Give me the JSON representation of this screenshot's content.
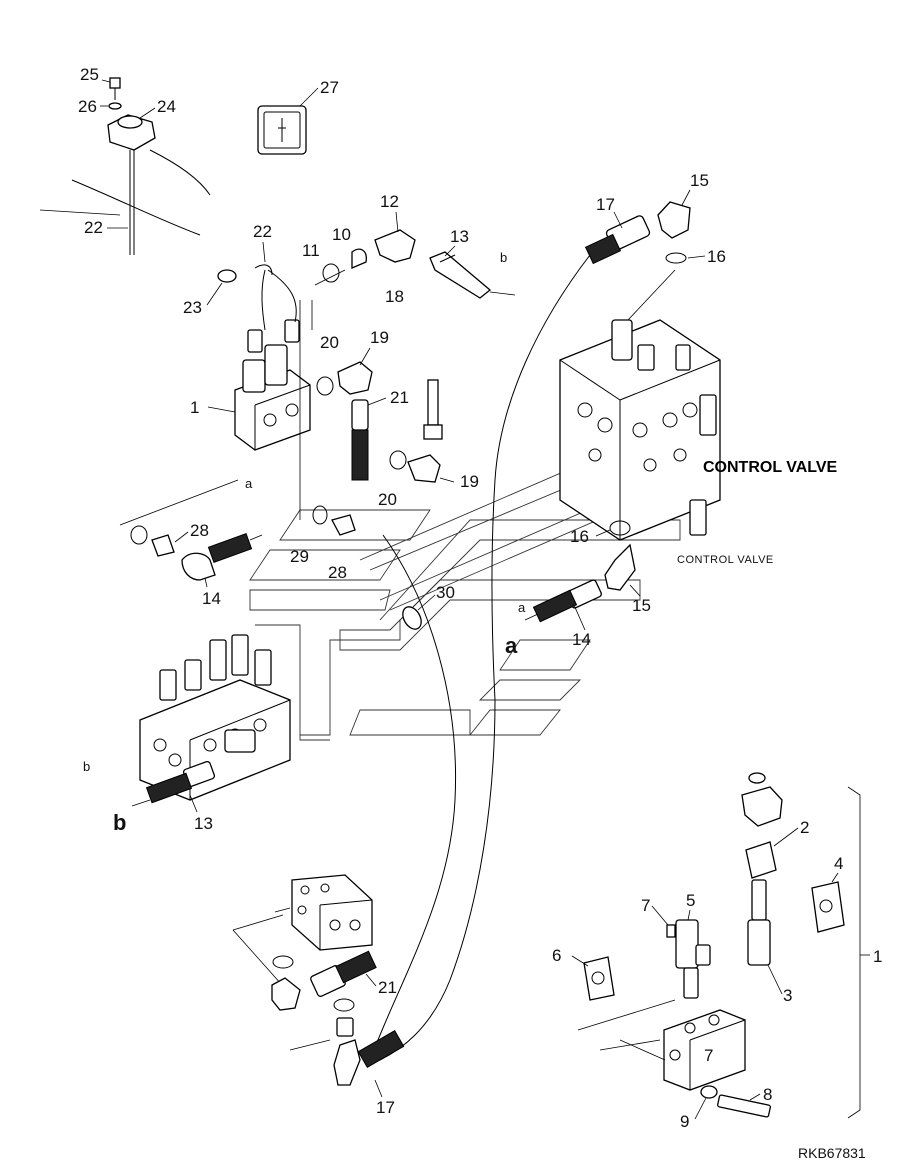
{
  "callouts": {
    "n1_top": "1",
    "n1_right": "1",
    "n2": "2",
    "n3": "3",
    "n4": "4",
    "n5": "5",
    "n6": "6",
    "n7": "7",
    "n7_block": "7",
    "n8": "8",
    "n9": "9",
    "n10": "10",
    "n11": "11",
    "n12": "12",
    "n13_top": "13",
    "n13_bot": "13",
    "n14_left": "14",
    "n14_right": "14",
    "n15_top": "15",
    "n15_mid": "15",
    "n16_top": "16",
    "n16_mid": "16",
    "n17_top": "17",
    "n17_bot": "17",
    "n18": "18",
    "n19_a": "19",
    "n19_b": "19",
    "n20_a": "20",
    "n20_b": "20",
    "n21_a": "21",
    "n21_b": "21",
    "n22_top": "22",
    "n22_mid": "22",
    "n23": "23",
    "n24": "24",
    "n25": "25",
    "n26": "26",
    "n27": "27",
    "n28_a": "28",
    "n28_b": "28",
    "n29": "29",
    "n30": "30"
  },
  "letters": {
    "a_small_left": "a",
    "a_small_right": "a",
    "a_big": "a",
    "b_small_top": "b",
    "b_small_left": "b",
    "b_big": "b"
  },
  "labels": {
    "control_valve_bold": "CONTROL VALVE",
    "control_valve_small": "CONTROL VALVE"
  },
  "reference_code": "RKB67831",
  "icons": [
    "bolt-icon",
    "washer-icon",
    "switch-icon",
    "solenoid-valve-icon",
    "elbow-fitting-icon",
    "hose-icon",
    "o-ring-icon",
    "control-valve-icon",
    "label-decal-icon"
  ]
}
